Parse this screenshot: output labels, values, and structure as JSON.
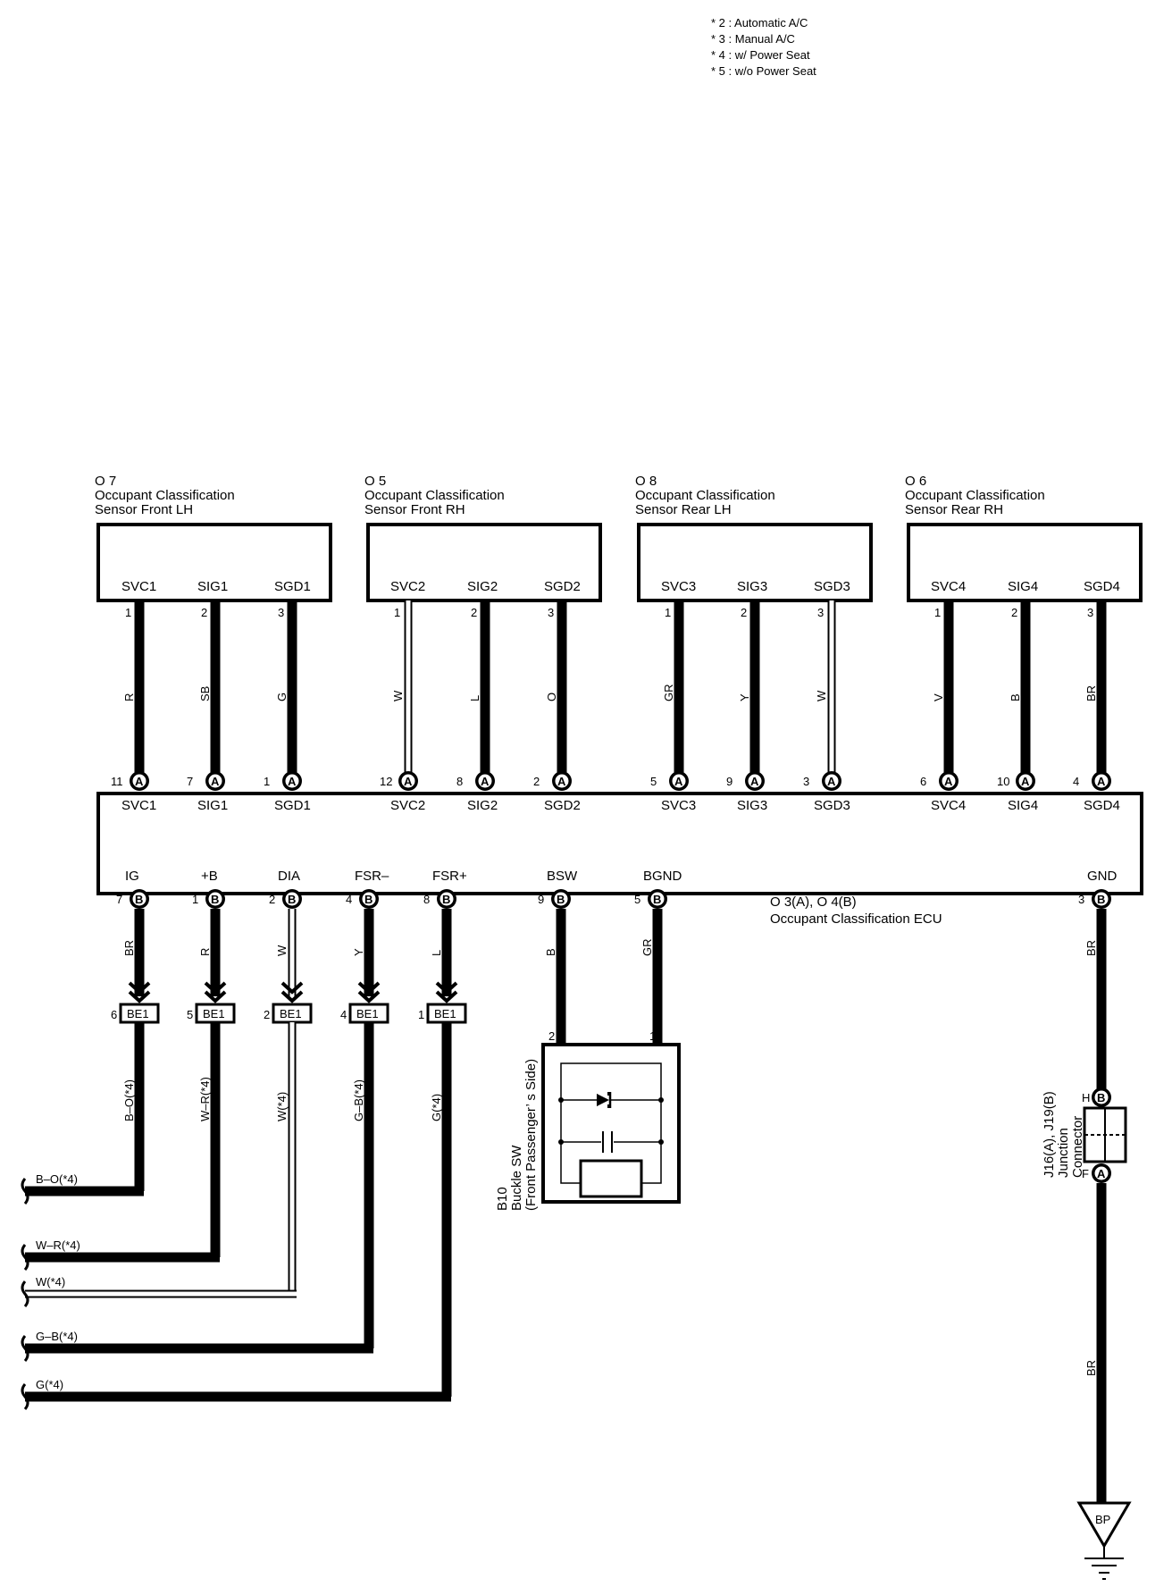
{
  "notes": [
    "* 2 : Automatic A/C",
    "* 3 : Manual A/C",
    "* 4 : w/ Power Seat",
    "* 5 : w/o Power Seat"
  ],
  "sensors": [
    {
      "code": "O 7",
      "name1": "Occupant Classification",
      "name2": "Sensor Front LH",
      "pins": [
        {
          "term": "SVC1",
          "num": "1",
          "wire": "R",
          "thick": true,
          "ecu_pin": "11",
          "ecu_conn": "A"
        },
        {
          "term": "SIG1",
          "num": "2",
          "wire": "SB",
          "thick": true,
          "ecu_pin": "7",
          "ecu_conn": "A"
        },
        {
          "term": "SGD1",
          "num": "3",
          "wire": "G",
          "thick": true,
          "ecu_pin": "1",
          "ecu_conn": "A"
        }
      ]
    },
    {
      "code": "O 5",
      "name1": "Occupant Classification",
      "name2": "Sensor Front RH",
      "pins": [
        {
          "term": "SVC2",
          "num": "1",
          "wire": "W",
          "thick": false,
          "ecu_pin": "12",
          "ecu_conn": "A"
        },
        {
          "term": "SIG2",
          "num": "2",
          "wire": "L",
          "thick": true,
          "ecu_pin": "8",
          "ecu_conn": "A"
        },
        {
          "term": "SGD2",
          "num": "3",
          "wire": "O",
          "thick": true,
          "ecu_pin": "2",
          "ecu_conn": "A"
        }
      ]
    },
    {
      "code": "O 8",
      "name1": "Occupant Classification",
      "name2": "Sensor Rear LH",
      "pins": [
        {
          "term": "SVC3",
          "num": "1",
          "wire": "GR",
          "thick": true,
          "ecu_pin": "5",
          "ecu_conn": "A"
        },
        {
          "term": "SIG3",
          "num": "2",
          "wire": "Y",
          "thick": true,
          "ecu_pin": "9",
          "ecu_conn": "A"
        },
        {
          "term": "SGD3",
          "num": "3",
          "wire": "W",
          "thick": false,
          "ecu_pin": "3",
          "ecu_conn": "A"
        }
      ]
    },
    {
      "code": "O 6",
      "name1": "Occupant Classification",
      "name2": "Sensor Rear RH",
      "pins": [
        {
          "term": "SVC4",
          "num": "1",
          "wire": "V",
          "thick": true,
          "ecu_pin": "6",
          "ecu_conn": "A"
        },
        {
          "term": "SIG4",
          "num": "2",
          "wire": "B",
          "thick": true,
          "ecu_pin": "10",
          "ecu_conn": "A"
        },
        {
          "term": "SGD4",
          "num": "3",
          "wire": "BR",
          "thick": true,
          "ecu_pin": "4",
          "ecu_conn": "A"
        }
      ]
    }
  ],
  "ecu": {
    "name1": "O 3(A), O 4(B)",
    "name2": "Occupant Classification ECU",
    "bottom_terms": [
      {
        "term": "IG",
        "pin": "7",
        "conn": "B",
        "wire": "BR",
        "thick": true,
        "be_pin": "6",
        "out": "B–O(*4)"
      },
      {
        "term": "+B",
        "pin": "1",
        "conn": "B",
        "wire": "R",
        "thick": true,
        "be_pin": "5",
        "out": "W–R(*4)"
      },
      {
        "term": "DIA",
        "pin": "2",
        "conn": "B",
        "wire": "W",
        "thick": false,
        "be_pin": "2",
        "out": "W(*4)"
      },
      {
        "term": "FSR–",
        "pin": "4",
        "conn": "B",
        "wire": "Y",
        "thick": true,
        "be_pin": "4",
        "out": "G–B(*4)"
      },
      {
        "term": "FSR+",
        "pin": "8",
        "conn": "B",
        "wire": "L",
        "thick": true,
        "be_pin": "1",
        "out": "G(*4)"
      },
      {
        "term": "BSW",
        "pin": "9",
        "conn": "B",
        "wire": "B",
        "thick": true
      },
      {
        "term": "BGND",
        "pin": "5",
        "conn": "B",
        "wire": "GR",
        "thick": true
      },
      {
        "term": "GND",
        "pin": "3",
        "conn": "B",
        "wire": "BR",
        "thick": true
      }
    ]
  },
  "be_connector": "BE1",
  "buckle": {
    "code": "B10",
    "name1": "Buckle SW",
    "name2": "(Front Passenger’ s Side)",
    "pin_left": "2",
    "pin_right": "1"
  },
  "junction": {
    "code": "J16(A), J19(B)",
    "name1": "Junction",
    "name2": "Connector",
    "pin_top": "H",
    "conn_top": "B",
    "pin_bot": "F",
    "conn_bot": "A"
  },
  "ground_wire": "BR",
  "ground_label": "BP",
  "branch_outs": [
    "B–O(*4)",
    "W–R(*4)",
    "W(*4)",
    "G–B(*4)",
    "G(*4)"
  ]
}
